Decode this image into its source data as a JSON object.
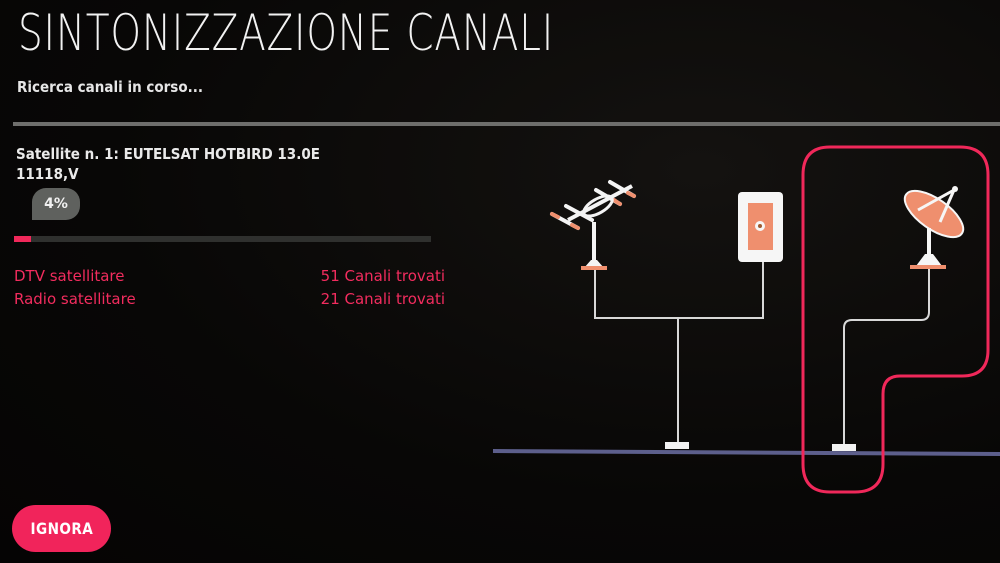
{
  "header": {
    "title": "SINTONIZZAZIONE CANALI",
    "status": "Ricerca canali in corso..."
  },
  "scan": {
    "satellite": "Satellite n. 1: EUTELSAT HOTBIRD 13.0E",
    "transponder": "11118,V",
    "progress_label": "4%",
    "progress_value": 4
  },
  "results": [
    {
      "type": "DTV satellitare",
      "count": "51 Canali trovati"
    },
    {
      "type": "Radio satellitare",
      "count": "21 Canali trovati"
    }
  ],
  "diagram": {
    "sources": [
      "antenna-icon",
      "wall-socket-icon",
      "satellite-dish-icon"
    ],
    "highlighted": "satellite-dish-icon",
    "accent_color": "#f0285a",
    "icon_fill": "#ef8f6e"
  },
  "footer": {
    "skip_label": "IGNORA"
  }
}
